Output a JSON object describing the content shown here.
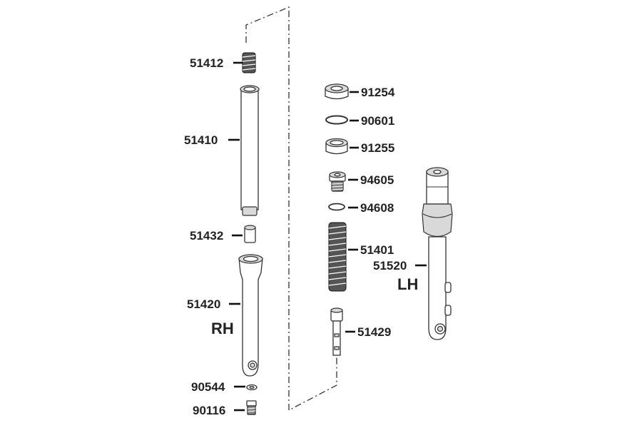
{
  "labels": {
    "p51412": "51412",
    "p51410": "51410",
    "p51432": "51432",
    "p51420": "51420",
    "p90544": "90544",
    "p90116": "90116",
    "p91254": "91254",
    "p90601": "90601",
    "p91255": "91255",
    "p94605": "94605",
    "p94608": "94608",
    "p51401": "51401",
    "p51520": "51520",
    "p51429": "51429"
  },
  "sides": {
    "right": "RH",
    "left": "LH"
  },
  "colors": {
    "line": "#333333",
    "label": "#222222",
    "fill": "#ffffff",
    "shade": "#d9d9d9"
  }
}
